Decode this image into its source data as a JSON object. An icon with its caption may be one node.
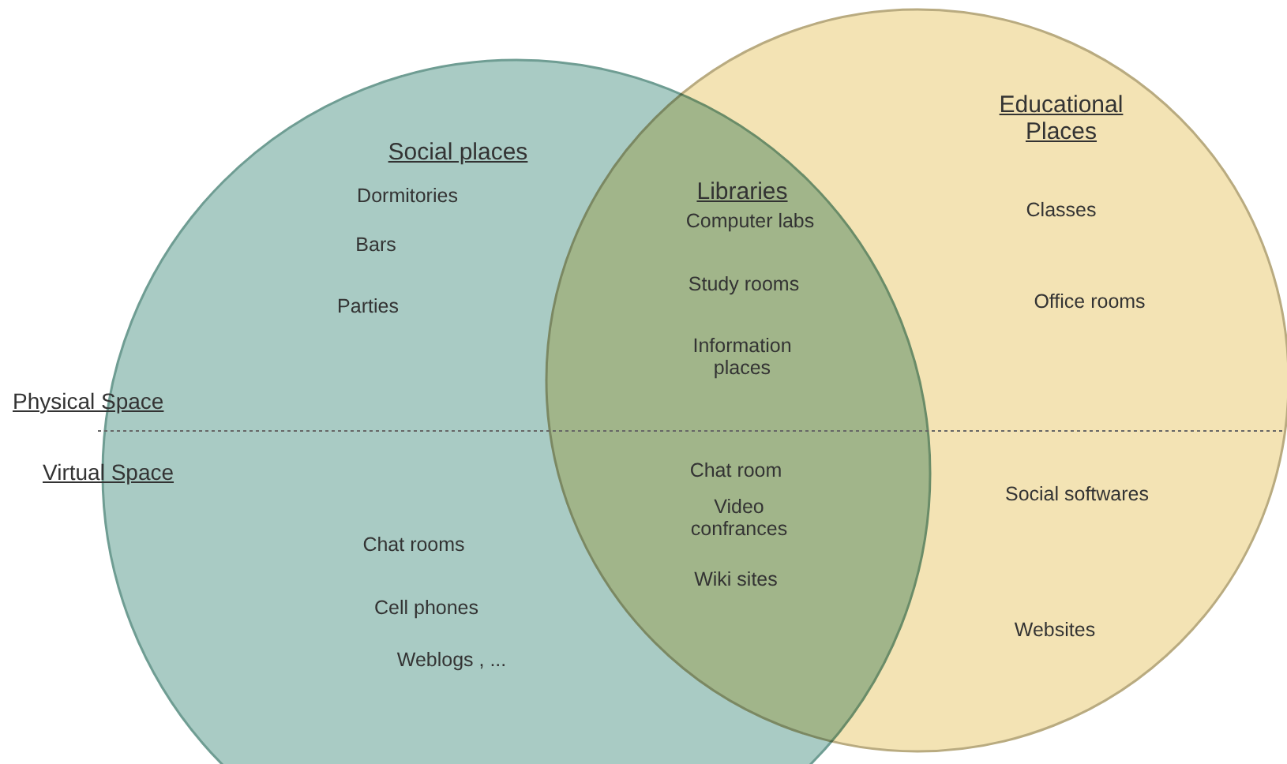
{
  "diagram": {
    "nodes": [
      {
        "text": [
          "Social places"
        ]
      },
      {
        "text": [
          "Educational Places"
        ]
      }
    ],
    "edges": [],
    "labels": [
      "Libraries",
      "Dormitories",
      "Computer labs",
      "Classes",
      "Bars",
      "Study rooms",
      "Parties",
      "Office rooms",
      "Information places",
      "Physical Space",
      "Virtual Space",
      "Chat room",
      "Social softwares",
      "Video confrances",
      "Chat rooms",
      "Wiki sites",
      "Cell phones",
      "Websites",
      "Weblogs , ..."
    ]
  }
}
